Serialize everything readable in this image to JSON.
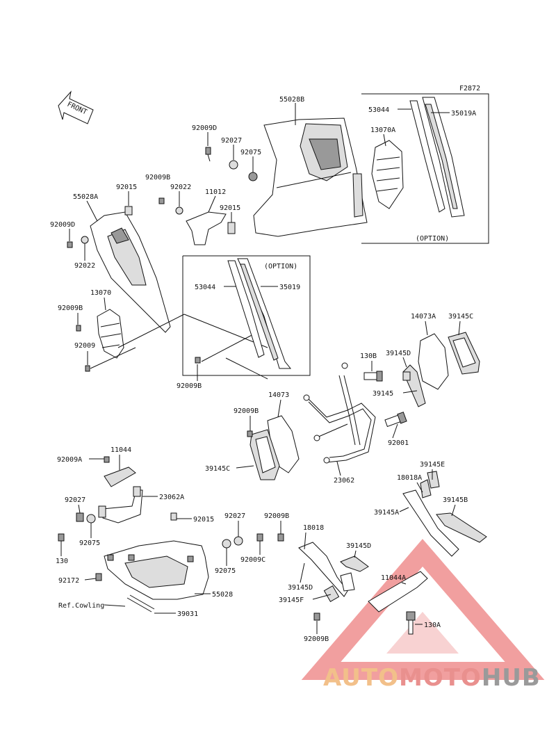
{
  "figure_code": "F2872",
  "front_label": "FRONT",
  "option_labels": [
    "(OPTION)",
    "(OPTION)"
  ],
  "ref_note": "Ref.Cowling",
  "watermark": {
    "part1": "AUTO",
    "part2": "MOTO",
    "part3": "HUB",
    "colors": [
      "#f2c08a",
      "#e9908e",
      "#9a9a9a"
    ]
  },
  "part_labels": [
    "55028B",
    "53044",
    "35019A",
    "13070A",
    "92009D",
    "92027",
    "92075",
    "92009B",
    "92015",
    "92022",
    "11012",
    "92015",
    "55028A",
    "92009D",
    "92022",
    "53044",
    "35019",
    "13070",
    "92009B",
    "92009",
    "92009B",
    "14073A",
    "39145C",
    "130B",
    "39145D",
    "39145",
    "14073",
    "92009B",
    "92001",
    "39145C",
    "23062",
    "11044",
    "92009A",
    "23062A",
    "92027",
    "92075",
    "130",
    "92172",
    "92015",
    "92027",
    "92009B",
    "92009C",
    "18018",
    "92075",
    "55028",
    "39031",
    "39145D",
    "18018A",
    "39145E",
    "39145B",
    "39145A",
    "39145D",
    "39145F",
    "11044A",
    "130A",
    "92009B"
  ]
}
